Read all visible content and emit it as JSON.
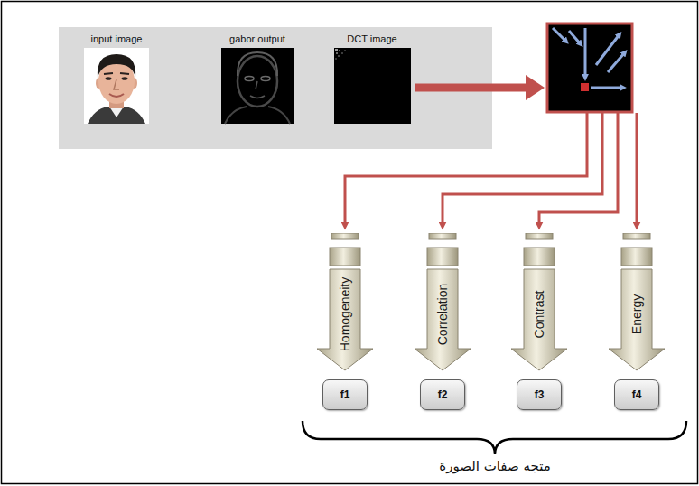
{
  "diagram": {
    "nodes": [
      {
        "text": [
          "input image"
        ]
      },
      {
        "text": [
          "gabor output"
        ]
      },
      {
        "text": [
          "DCT image"
        ]
      },
      {
        "text": [
          "Homogeneity"
        ]
      },
      {
        "text": [
          "Correlation"
        ]
      },
      {
        "text": [
          "Contrast"
        ]
      },
      {
        "text": [
          "Energy"
        ]
      },
      {
        "text": [
          "f1"
        ]
      },
      {
        "text": [
          "f2"
        ]
      },
      {
        "text": [
          "f3"
        ]
      },
      {
        "text": [
          "f4"
        ]
      }
    ],
    "labels": [
      "متجه صفات الصورة"
    ]
  }
}
